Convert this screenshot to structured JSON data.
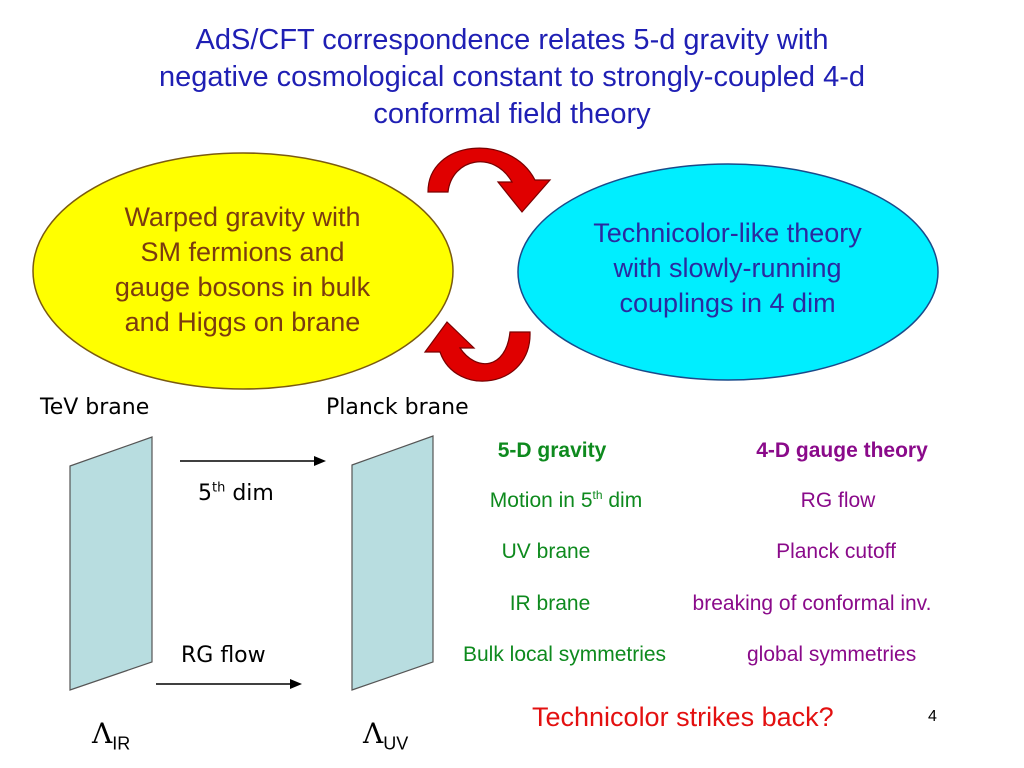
{
  "title": {
    "line1": "AdS/CFT correspondence relates 5-d gravity with",
    "line2": "negative cosmological constant to strongly-coupled 4-d",
    "line3": "conformal field theory"
  },
  "left_bubble": {
    "color": "#ffff00",
    "line1": "Warped gravity with",
    "line2": "SM fermions and",
    "line3": "gauge bosons in bulk",
    "line4": "and Higgs on brane"
  },
  "right_bubble": {
    "color": "#00eeff",
    "line1": "Technicolor-like theory",
    "line2": "with slowly-running",
    "line3": "couplings in 4 dim"
  },
  "arrow_color": "#e00000",
  "brane_color": "#b8dde0",
  "branes": {
    "tev_label": "TeV brane",
    "planck_label": "Planck brane",
    "fifth_dim_base": "5",
    "fifth_dim_sup": "th",
    "fifth_dim_rest": " dim",
    "rg_flow": "RG flow",
    "lambda_symbol": "Λ",
    "lambda_ir_sub": "IR",
    "lambda_uv_sub": "UV"
  },
  "table": {
    "header_left": "5-D gravity",
    "header_right": "4-D gauge theory",
    "rows": [
      {
        "left_base": "Motion in 5",
        "left_sup": "th",
        "left_rest": " dim",
        "right": "RG flow"
      },
      {
        "left": "UV brane",
        "right": "Planck cutoff"
      },
      {
        "left": "IR brane",
        "right": "breaking of conformal inv."
      },
      {
        "left": "Bulk local symmetries",
        "right": "global symmetries"
      }
    ]
  },
  "footer": "Technicolor strikes back?",
  "page_number": "4"
}
